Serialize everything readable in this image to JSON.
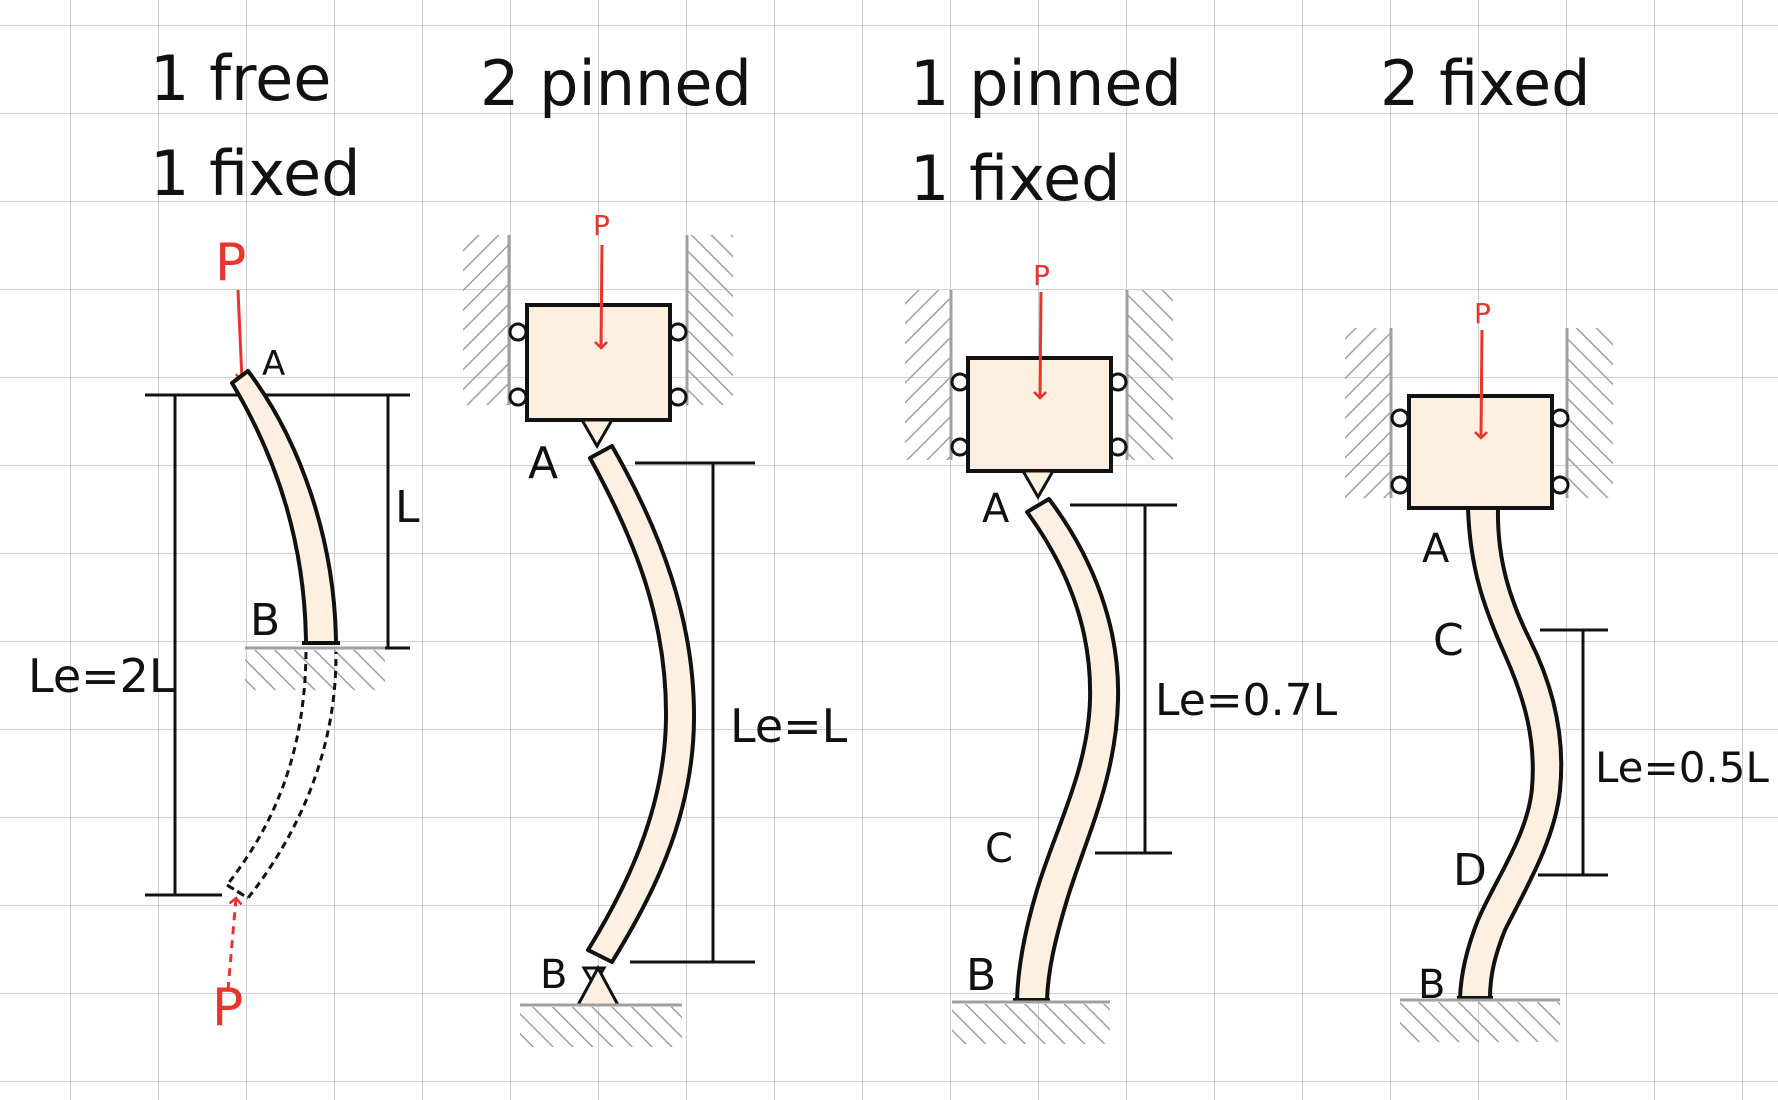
{
  "colors": {
    "ink": "#111111",
    "load": "#e8352b",
    "member_fill": "#fdf0e1",
    "grid": "#cfcfcf",
    "hatch": "#a0a0a0"
  },
  "cases": [
    {
      "heading": [
        "1 free",
        "1 fixed"
      ],
      "load": "P",
      "mirror_load": "P",
      "labels": {
        "top": "A",
        "bottom": "B"
      },
      "length_label": "L",
      "effective_length": "Le=2L"
    },
    {
      "heading": [
        "2 pinned"
      ],
      "load": "P",
      "labels": {
        "top": "A",
        "bottom": "B"
      },
      "effective_length": "Le=L"
    },
    {
      "heading": [
        "1 pinned",
        "1 fixed"
      ],
      "load": "P",
      "labels": {
        "top": "A",
        "inflection": "C",
        "bottom": "B"
      },
      "effective_length": "Le=0.7L"
    },
    {
      "heading": [
        "2 fixed"
      ],
      "load": "P",
      "labels": {
        "top": "A",
        "inflection_1": "C",
        "inflection_2": "D",
        "bottom": "B"
      },
      "effective_length": "Le=0.5L"
    }
  ]
}
